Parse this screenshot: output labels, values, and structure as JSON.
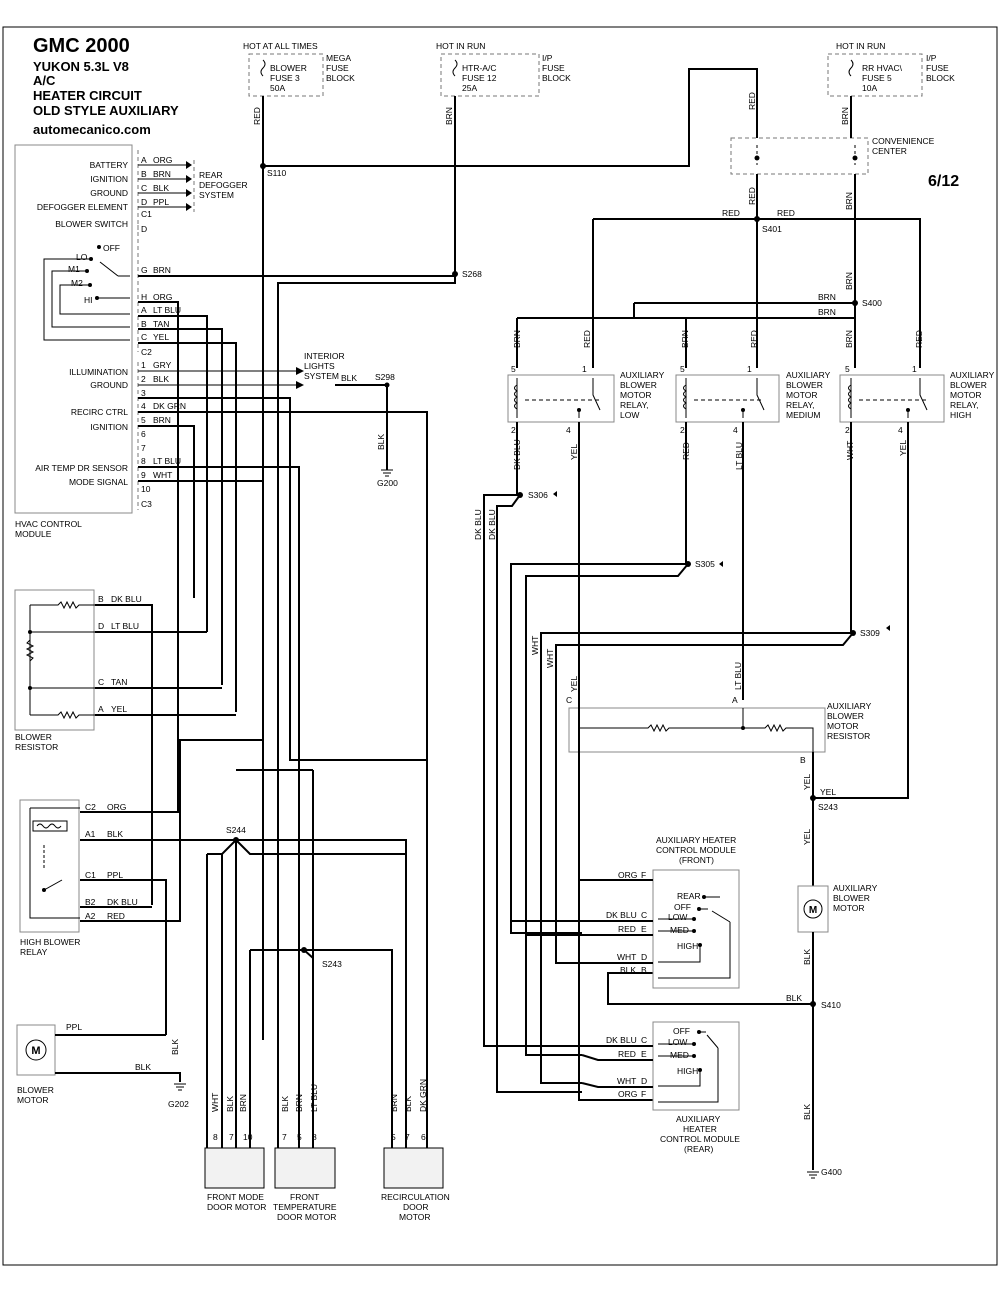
{
  "header": {
    "title": "GMC 2000",
    "vehicle": "YUKON  5.3L  V8",
    "system": "A/C",
    "circuit": "HEATER CIRCUIT",
    "variant": "OLD STYLE AUXILIARY",
    "site": "automecanico.com",
    "page": "6/12"
  },
  "power": {
    "hot_all_times": "HOT AT ALL TIMES",
    "hot_in_run_1": "HOT IN RUN",
    "hot_in_run_2": "HOT IN RUN",
    "fuse1": {
      "name": "BLOWER",
      "fuse": "FUSE 3",
      "amps": "50A",
      "block1": "MEGA",
      "block2": "FUSE",
      "block3": "BLOCK"
    },
    "fuse2": {
      "name": "HTR-A/C",
      "fuse": "FUSE 12",
      "amps": "25A",
      "block1": "I/P",
      "block2": "FUSE",
      "block3": "BLOCK"
    },
    "fuse3": {
      "name": "RR HVAC\\",
      "fuse": "FUSE 5",
      "amps": "10A",
      "block1": "I/P",
      "block2": "FUSE",
      "block3": "BLOCK"
    },
    "convenience1": "CONVENIENCE",
    "convenience2": "CENTER"
  },
  "wire_colors": {
    "red": "RED",
    "brn": "BRN",
    "blk": "BLK",
    "org": "ORG",
    "ppl": "PPL",
    "tan": "TAN",
    "yel": "YEL",
    "gry": "GRY",
    "ltblu": "LT BLU",
    "dkblu": "DK BLU",
    "dkgrn": "DK GRN",
    "wht": "WHT"
  },
  "splices": {
    "s110": "S110",
    "s268": "S268",
    "s298": "S298",
    "s401": "S401",
    "s400": "S400",
    "s306": "S306",
    "s305": "S305",
    "s309": "S309",
    "s243": "S243",
    "s244": "S244",
    "s410": "S410",
    "g200": "G200",
    "g202": "G202",
    "g400": "G400"
  },
  "hvac_module": {
    "label1": "HVAC CONTROL",
    "label2": "MODULE",
    "c1_pins": [
      {
        "pin": "A",
        "name": "BATTERY",
        "wire": "ORG"
      },
      {
        "pin": "B",
        "name": "IGNITION",
        "wire": "BRN"
      },
      {
        "pin": "C",
        "name": "GROUND",
        "wire": "BLK"
      },
      {
        "pin": "D",
        "name": "DEFOGGER ELEMENT",
        "wire": "PPL"
      }
    ],
    "c1": "C1",
    "rear_defogger": [
      "REAR",
      "DEFOGGER",
      "SYSTEM"
    ],
    "blower_switch": "BLOWER SWITCH",
    "switch_positions": [
      "OFF",
      "LO",
      "M1",
      "M2",
      "HI"
    ],
    "c2_pins": [
      {
        "pin": "D",
        "wire": ""
      },
      {
        "pin": "G",
        "wire": "BRN"
      },
      {
        "pin": "H",
        "wire": "ORG"
      },
      {
        "pin": "A",
        "wire": "LT BLU"
      },
      {
        "pin": "B",
        "wire": "TAN"
      },
      {
        "pin": "C",
        "wire": "YEL"
      }
    ],
    "c2": "C2",
    "c3_pins": [
      {
        "pin": "1",
        "name": "ILLUMINATION",
        "wire": "GRY"
      },
      {
        "pin": "2",
        "name": "GROUND",
        "wire": "BLK"
      },
      {
        "pin": "3",
        "name": "",
        "wire": ""
      },
      {
        "pin": "4",
        "name": "RECIRC CTRL",
        "wire": "DK GRN"
      },
      {
        "pin": "5",
        "name": "IGNITION",
        "wire": "BRN"
      },
      {
        "pin": "6",
        "name": "",
        "wire": ""
      },
      {
        "pin": "7",
        "name": "",
        "wire": ""
      },
      {
        "pin": "8",
        "name": "AIR TEMP DR SENSOR",
        "wire": "LT BLU"
      },
      {
        "pin": "9",
        "name": "MODE SIGNAL",
        "wire": "WHT"
      },
      {
        "pin": "10",
        "name": "",
        "wire": ""
      }
    ],
    "c3": "C3",
    "interior_lights": [
      "INTERIOR",
      "LIGHTS",
      "SYSTEM"
    ]
  },
  "blower_resistor": {
    "label1": "BLOWER",
    "label2": "RESISTOR",
    "pins": [
      {
        "pin": "B",
        "wire": "DK BLU"
      },
      {
        "pin": "D",
        "wire": "LT BLU"
      },
      {
        "pin": "C",
        "wire": "TAN"
      },
      {
        "pin": "A",
        "wire": "YEL"
      }
    ]
  },
  "high_blower_relay": {
    "label1": "HIGH BLOWER",
    "label2": "RELAY",
    "pins": [
      {
        "pin": "C2",
        "wire": "ORG"
      },
      {
        "pin": "A1",
        "wire": "BLK"
      },
      {
        "pin": "C1",
        "wire": "PPL"
      },
      {
        "pin": "B2",
        "wire": "DK BLU"
      },
      {
        "pin": "A2",
        "wire": "RED"
      }
    ]
  },
  "blower_motor": {
    "label1": "BLOWER",
    "label2": "MOTOR",
    "wire1": "PPL",
    "wire2": "BLK",
    "symbol": "M"
  },
  "door_motors": [
    {
      "label": [
        "FRONT MODE",
        "DOOR MOTOR"
      ],
      "pins": [
        "8",
        "7",
        "10"
      ],
      "wires": [
        "WHT",
        "BLK",
        "BRN"
      ]
    },
    {
      "label": [
        "FRONT",
        "TEMPERATURE",
        "DOOR MOTOR"
      ],
      "pins": [
        "7",
        "5",
        "8"
      ],
      "wires": [
        "BLK",
        "BRN",
        "LT BLU"
      ]
    },
    {
      "label": [
        "RECIRCULATION",
        "DOOR",
        "MOTOR"
      ],
      "pins": [
        "5",
        "7",
        "6"
      ],
      "wires": [
        "BRN",
        "BLK",
        "DK GRN"
      ]
    }
  ],
  "aux_relays": [
    {
      "label": [
        "AUXILIARY",
        "BLOWER",
        "MOTOR",
        "RELAY,",
        "LOW"
      ],
      "pins": [
        "5",
        "1",
        "2",
        "4"
      ],
      "top": [
        "BRN",
        "RED"
      ],
      "bottom": [
        "DK BLU",
        "YEL"
      ]
    },
    {
      "label": [
        "AUXILIARY",
        "BLOWER",
        "MOTOR",
        "RELAY,",
        "MEDIUM"
      ],
      "pins": [
        "5",
        "1",
        "2",
        "4"
      ],
      "top": [
        "BRN",
        "RED"
      ],
      "bottom": [
        "RED",
        "LT BLU"
      ]
    },
    {
      "label": [
        "AUXILIARY",
        "BLOWER",
        "MOTOR",
        "RELAY,",
        "HIGH"
      ],
      "pins": [
        "5",
        "1",
        "2",
        "4"
      ],
      "top": [
        "BRN",
        "RED"
      ],
      "bottom": [
        "WHT",
        "YEL"
      ]
    }
  ],
  "aux_resistor": {
    "label": [
      "AUXILIARY",
      "BLOWER",
      "MOTOR",
      "RESISTOR"
    ],
    "pins": [
      "C",
      "A",
      "B"
    ]
  },
  "aux_motor": {
    "label": [
      "AUXILIARY",
      "BLOWER",
      "MOTOR"
    ],
    "symbol": "M"
  },
  "aux_front_control": {
    "label": [
      "AUXILIARY HEATER",
      "CONTROL MODULE",
      "(FRONT)"
    ],
    "positions": [
      "REAR",
      "OFF",
      "LOW",
      "MED",
      "HIGH"
    ],
    "pins": [
      {
        "wire": "ORG",
        "pin": "F"
      },
      {
        "wire": "DK BLU",
        "pin": "C"
      },
      {
        "wire": "RED",
        "pin": "E"
      },
      {
        "wire": "WHT",
        "pin": "D"
      },
      {
        "wire": "BLK",
        "pin": "B"
      }
    ]
  },
  "aux_rear_control": {
    "label": [
      "AUXILIARY",
      "HEATER",
      "CONTROL MODULE",
      "(REAR)"
    ],
    "positions": [
      "OFF",
      "LOW",
      "MED",
      "HIGH"
    ],
    "pins": [
      {
        "wire": "DK BLU",
        "pin": "C"
      },
      {
        "wire": "RED",
        "pin": "E"
      },
      {
        "wire": "WHT",
        "pin": "D"
      },
      {
        "wire": "ORG",
        "pin": "F"
      }
    ]
  }
}
